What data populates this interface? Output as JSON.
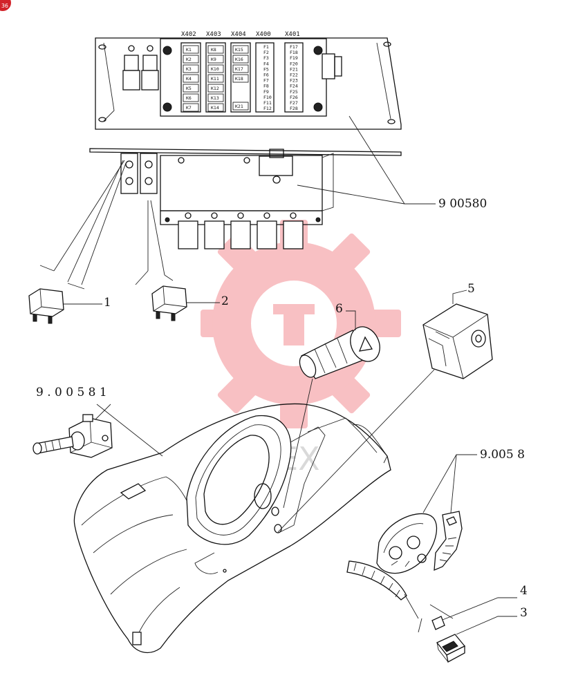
{
  "page_badge": "36",
  "connectors": [
    "X402",
    "X403",
    "X404",
    "X400",
    "X401"
  ],
  "relays": {
    "col_a": [
      "K1",
      "K2",
      "K3",
      "K4",
      "K5",
      "K6",
      "K7"
    ],
    "col_b": [
      "K8",
      "K9",
      "K10",
      "K11",
      "K12",
      "K13",
      "K14"
    ],
    "col_c": [
      "K15",
      "K16",
      "K17",
      "K18",
      "K21"
    ]
  },
  "fuses": {
    "col_a": [
      "F1",
      "F2",
      "F3",
      "F4",
      "F5",
      "F6",
      "F7",
      "F8",
      "F9",
      "F10",
      "F11",
      "F12"
    ],
    "col_b": [
      "F17",
      "F18",
      "F19",
      "F20",
      "F21",
      "F22",
      "F23",
      "F24",
      "F25",
      "F26",
      "F27",
      "F28"
    ]
  },
  "callouts": {
    "fuse_box": "9 00580",
    "relay_1": "1",
    "relay_2": "2",
    "switch_3": "3",
    "clip_4": "4",
    "ignition_5": "5",
    "lighter_6": "6",
    "dash_assembly": "9 . 0 0 5 8 1",
    "cluster": "9.005 8"
  },
  "watermark": {
    "text": "ИНТЕХ",
    "color": "#e8202a"
  }
}
